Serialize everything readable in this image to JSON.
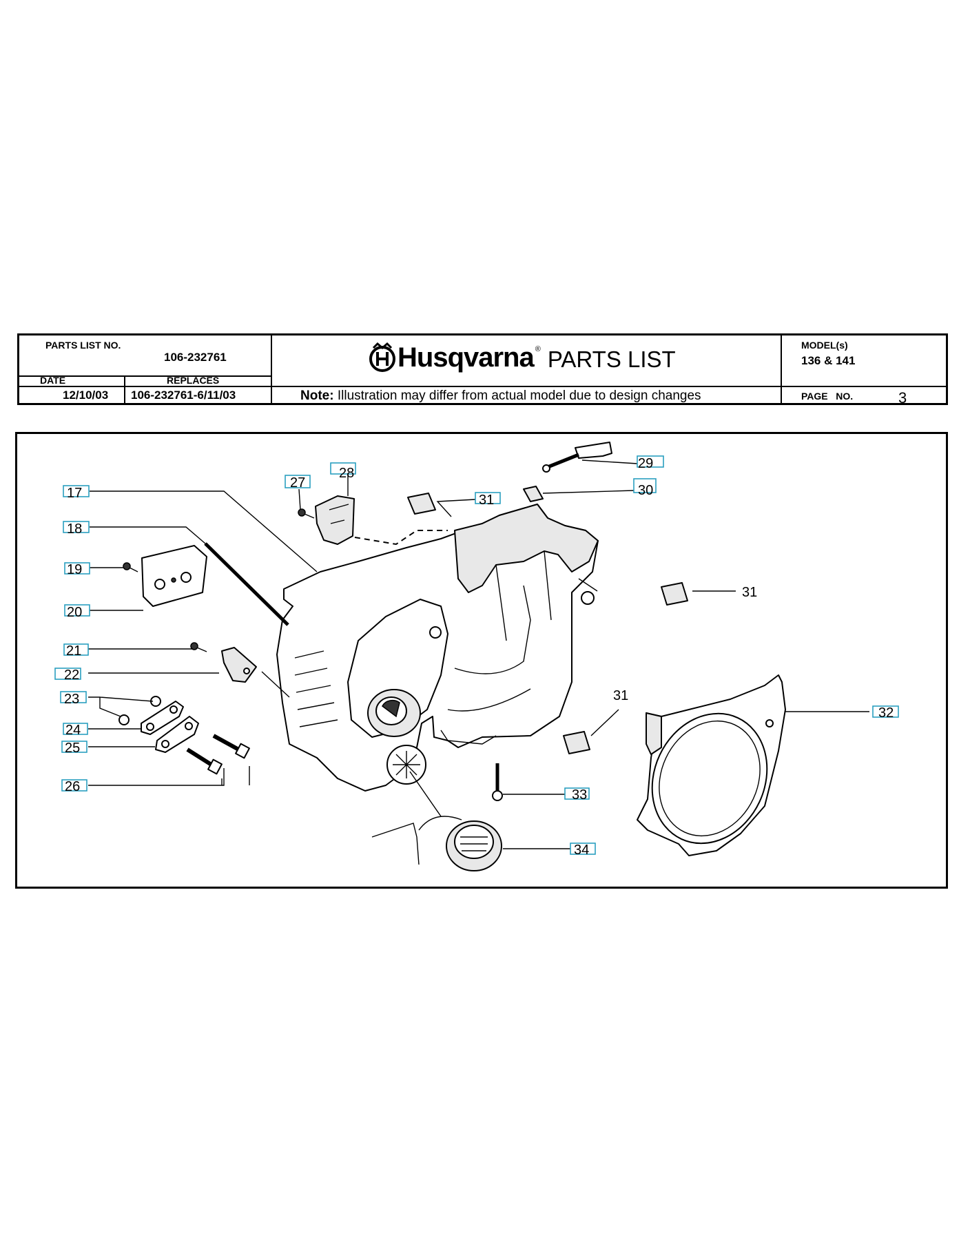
{
  "header": {
    "parts_list_no_label": "PARTS LIST NO.",
    "parts_list_no_value": "106-232761",
    "date_label": "DATE",
    "date_value": "12/10/03",
    "replaces_label": "REPLACES",
    "replaces_value": "106-232761-6/11/03",
    "brand": "Husqvarna",
    "reg_mark": "®",
    "title": "PARTS LIST",
    "note_label": "Note:",
    "note_text": "Illustration may differ from actual model due to design changes",
    "models_label": "MODEL(s)",
    "models_value": "136 & 141",
    "page_label": "PAGE   NO.",
    "page_value": "3"
  },
  "callouts": {
    "c17": "17",
    "c18": "18",
    "c19": "19",
    "c20": "20",
    "c21": "21",
    "c22": "22",
    "c23": "23",
    "c24": "24",
    "c25": "25",
    "c26": "26",
    "c27": "27",
    "c28": "28",
    "c29": "29",
    "c30": "30",
    "c31a": "31",
    "c31b": "31",
    "c31c": "31",
    "c32": "32",
    "c33": "33",
    "c34": "34"
  },
  "colors": {
    "callout_box": "#2a9fbf",
    "ink": "#000000"
  }
}
